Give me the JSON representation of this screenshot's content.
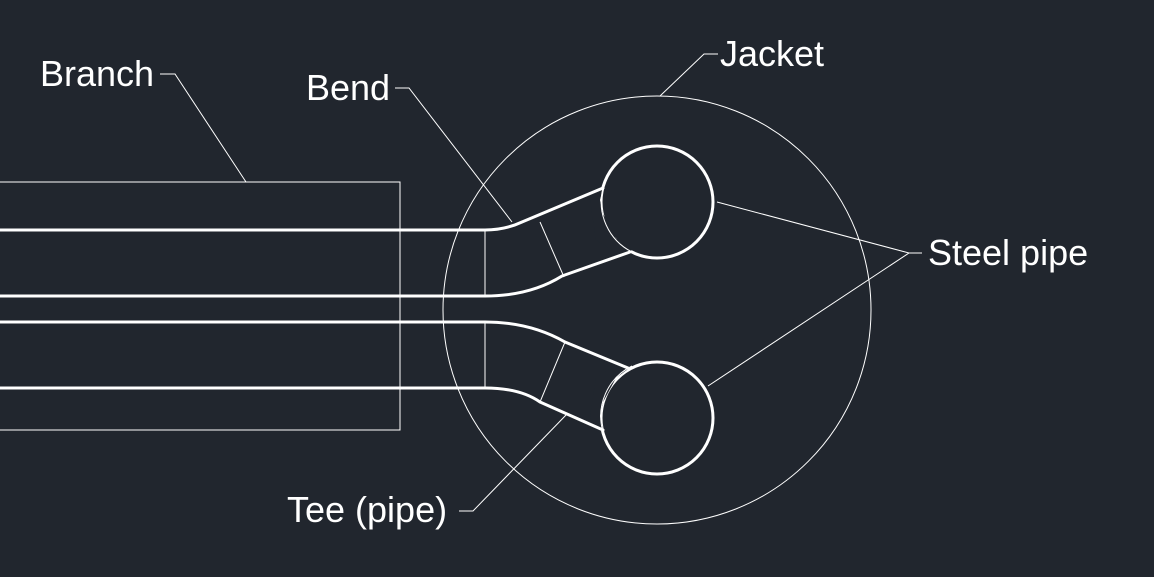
{
  "labels": {
    "branch": "Branch",
    "bend": "Bend",
    "jacket": "Jacket",
    "steel_pipe": "Steel pipe",
    "tee": "Tee (pipe)"
  },
  "colors": {
    "background": "#21262e",
    "line": "#ffffff"
  }
}
